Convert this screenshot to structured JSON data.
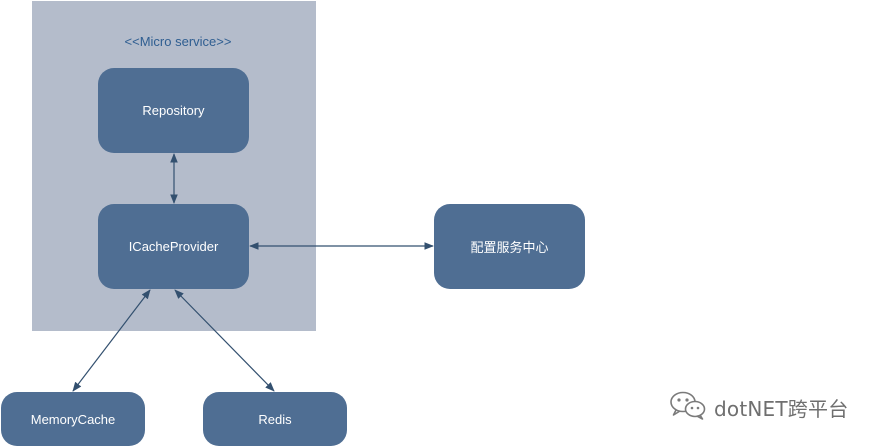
{
  "diagram": {
    "container": {
      "stereotype": "<<Micro service>>"
    },
    "nodes": {
      "repository": "Repository",
      "icache_provider": "ICacheProvider",
      "config_center": "配置服务中心",
      "memory_cache": "MemoryCache",
      "redis": "Redis"
    },
    "edges": [
      {
        "from": "Repository",
        "to": "ICacheProvider",
        "style": "bidirectional-arrow"
      },
      {
        "from": "ICacheProvider",
        "to": "配置服务中心",
        "style": "bidirectional-arrow"
      },
      {
        "from": "ICacheProvider",
        "to": "MemoryCache",
        "style": "bidirectional-arrow"
      },
      {
        "from": "ICacheProvider",
        "to": "Redis",
        "style": "bidirectional-arrow"
      }
    ],
    "colors": {
      "container_fill": "#b4bccb",
      "node_fill": "#4f6e93",
      "node_text": "#ffffff",
      "edge": "#33506f",
      "stereotype_text": "#2f5e91"
    }
  },
  "watermark": {
    "icon": "wechat-icon",
    "text": "dotNET跨平台"
  }
}
